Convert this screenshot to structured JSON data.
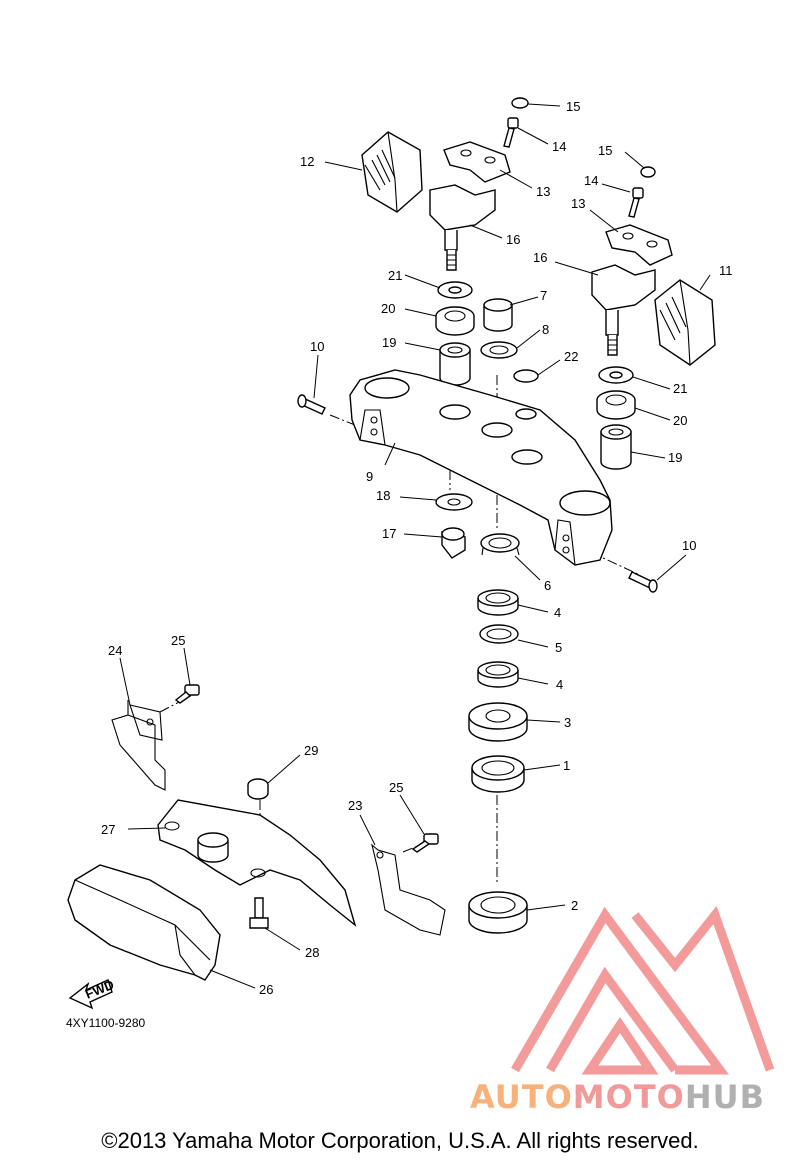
{
  "diagram": {
    "code": "4XY1100-9280",
    "fwd_label": "FWD",
    "copyright": "©2013 Yamaha Motor Corporation, U.S.A. All rights reserved.",
    "callouts": [
      "1",
      "2",
      "3",
      "4",
      "4",
      "5",
      "6",
      "7",
      "8",
      "9",
      "10",
      "10",
      "11",
      "12",
      "13",
      "13",
      "14",
      "14",
      "15",
      "15",
      "16",
      "16",
      "17",
      "18",
      "19",
      "19",
      "20",
      "20",
      "21",
      "21",
      "22",
      "23",
      "24",
      "25",
      "25",
      "26",
      "27",
      "28",
      "29"
    ]
  },
  "watermark": {
    "parts": [
      "AUTO",
      "MOTO",
      "HUB"
    ],
    "colors": {
      "auto": "#f6b27a",
      "moto": "#f29a9a",
      "hub": "#b0b0b0",
      "logo": "#f28a8a"
    }
  }
}
